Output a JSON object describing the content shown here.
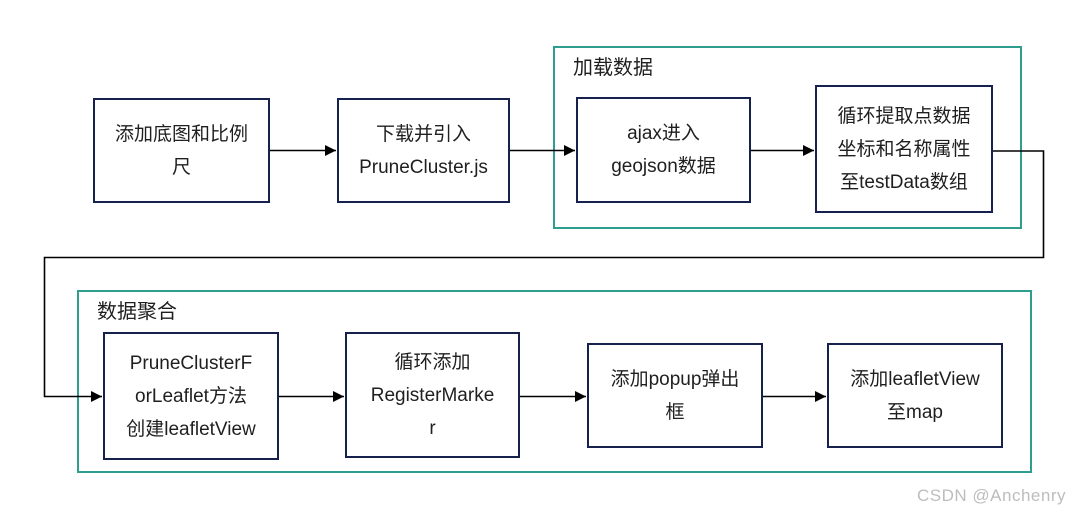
{
  "diagram": {
    "groups": [
      {
        "id": "load-data",
        "label": "加载数据"
      },
      {
        "id": "aggregate-data",
        "label": "数据聚合"
      }
    ],
    "nodes": [
      {
        "id": "add-basemap",
        "label": "添加底图和比例\n尺"
      },
      {
        "id": "download-lib",
        "label": "下载并引入\nPruneCluster.js"
      },
      {
        "id": "ajax-geojson",
        "label": "ajax进入\ngeojson数据"
      },
      {
        "id": "extract-points",
        "label": "循环提取点数据\n坐标和名称属性\n至testData数组"
      },
      {
        "id": "create-leafletview",
        "label": "PruneClusterF\norLeaflet方法\n创建leafletView"
      },
      {
        "id": "register-marker",
        "label": "循环添加\nRegisterMarke\nr"
      },
      {
        "id": "add-popup",
        "label": "添加popup弹出\n框"
      },
      {
        "id": "add-to-map",
        "label": "添加leafletView\n至map"
      }
    ]
  },
  "colors": {
    "box_border": "#16224d",
    "group_border": "#2f9e8f",
    "arrow": "#000000",
    "text": "#1f1f1f",
    "watermark": "#bdbdbd",
    "bg": "#ffffff"
  },
  "watermark": "CSDN @Anchenry"
}
